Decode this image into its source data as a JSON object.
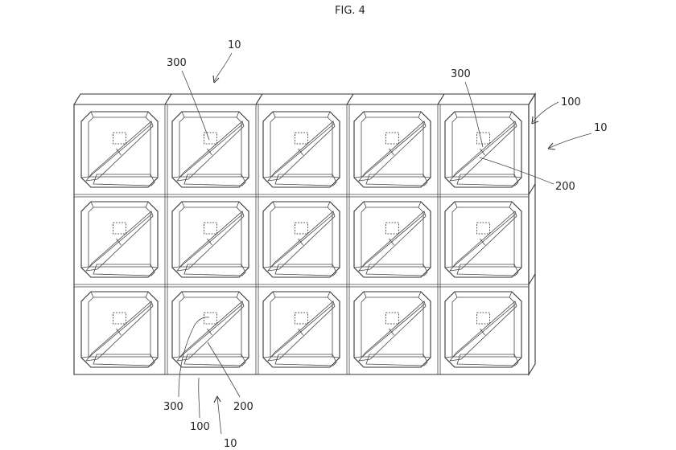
{
  "figure": {
    "title": "FIG. 4"
  },
  "grid": {
    "rows": 3,
    "cols": 5
  },
  "labels": [
    {
      "id": "ref-10-top",
      "text": "10"
    },
    {
      "id": "ref-300-top-left",
      "text": "300"
    },
    {
      "id": "ref-300-top-right",
      "text": "300"
    },
    {
      "id": "ref-100-right",
      "text": "100"
    },
    {
      "id": "ref-10-right",
      "text": "10"
    },
    {
      "id": "ref-200-right",
      "text": "200"
    },
    {
      "id": "ref-300-bottom",
      "text": "300"
    },
    {
      "id": "ref-200-bottom",
      "text": "200"
    },
    {
      "id": "ref-100-bottom",
      "text": "100"
    },
    {
      "id": "ref-10-bottom",
      "text": "10"
    }
  ]
}
